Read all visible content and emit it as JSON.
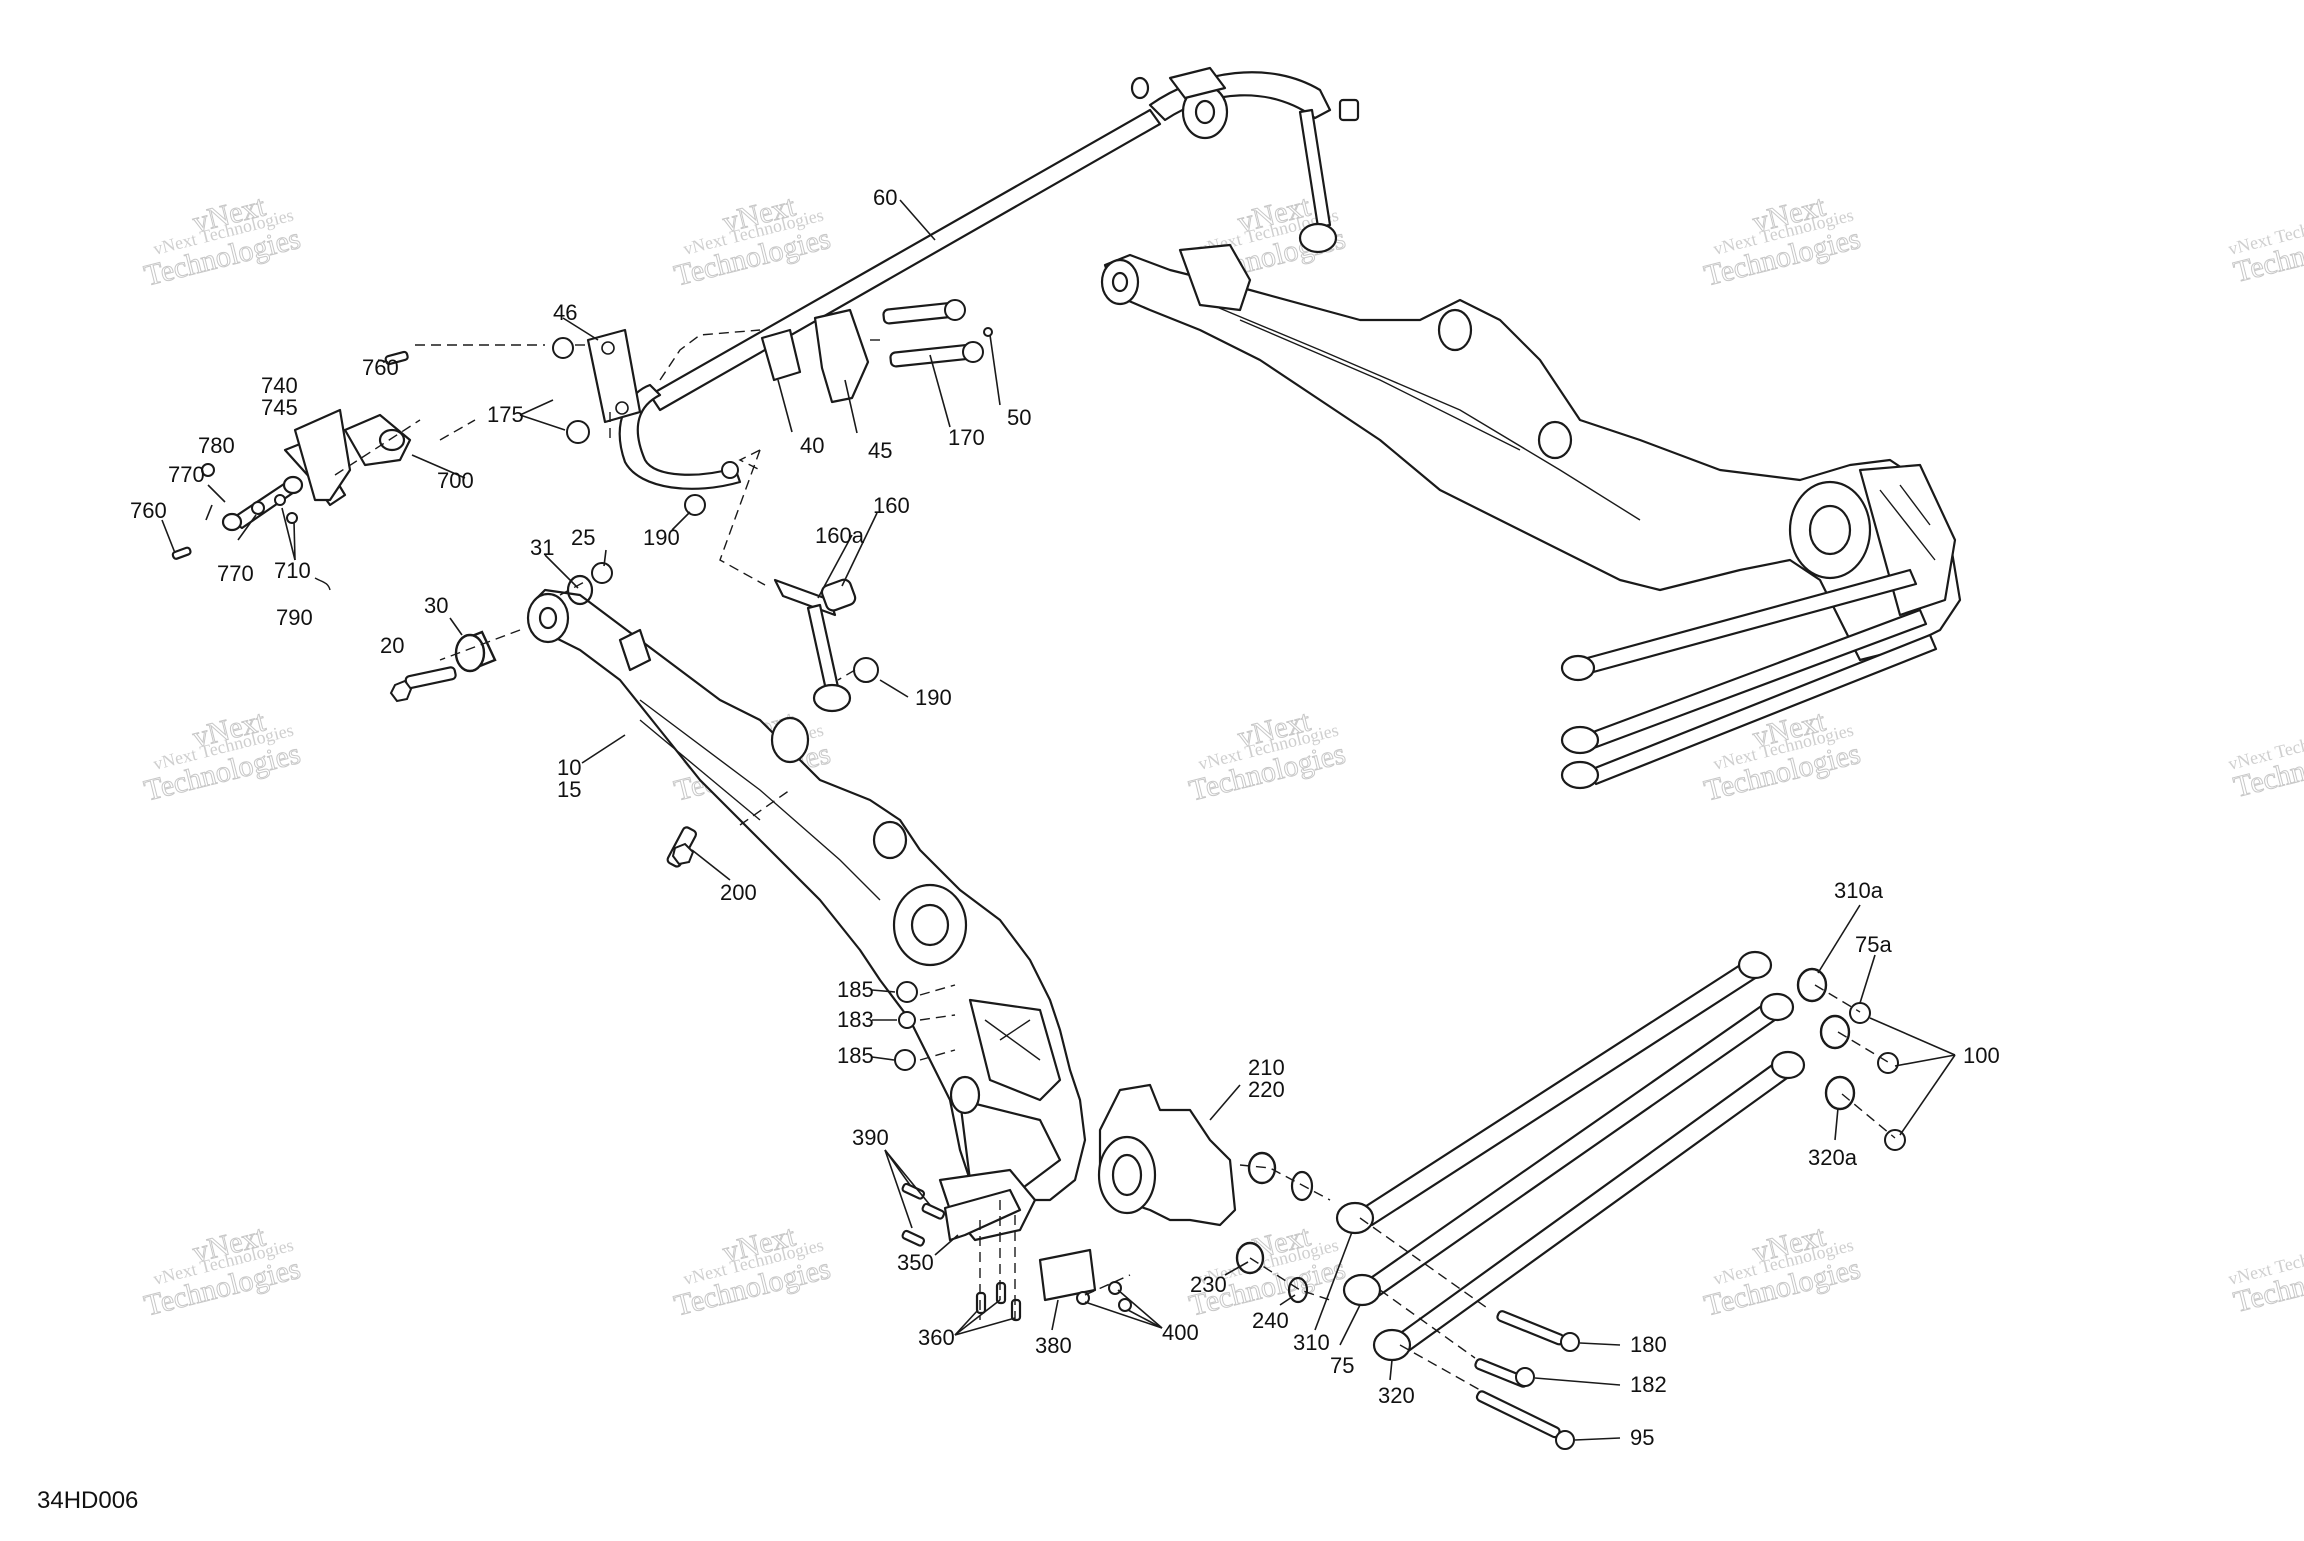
{
  "diagram_code": "34HD006",
  "watermark": {
    "line1": "vNext Technologies",
    "line2": "vNext",
    "line3": "Technologies"
  },
  "callouts": [
    {
      "id": "c60",
      "text": "60"
    },
    {
      "id": "c46",
      "text": "46"
    },
    {
      "id": "c175",
      "text": "175"
    },
    {
      "id": "c40",
      "text": "40"
    },
    {
      "id": "c45",
      "text": "45"
    },
    {
      "id": "c170",
      "text": "170"
    },
    {
      "id": "c50",
      "text": "50"
    },
    {
      "id": "c190a",
      "text": "190"
    },
    {
      "id": "c740",
      "text": "740"
    },
    {
      "id": "c745",
      "text": "745"
    },
    {
      "id": "c760a",
      "text": "760"
    },
    {
      "id": "c780",
      "text": "780"
    },
    {
      "id": "c770a",
      "text": "770"
    },
    {
      "id": "c700",
      "text": "700"
    },
    {
      "id": "c760b",
      "text": "760"
    },
    {
      "id": "c770b",
      "text": "770"
    },
    {
      "id": "c710",
      "text": "710"
    },
    {
      "id": "c790",
      "text": "790"
    },
    {
      "id": "c31",
      "text": "31"
    },
    {
      "id": "c25",
      "text": "25"
    },
    {
      "id": "c30",
      "text": "30"
    },
    {
      "id": "c20",
      "text": "20"
    },
    {
      "id": "c160a",
      "text": "160a"
    },
    {
      "id": "c160",
      "text": "160"
    },
    {
      "id": "c190b",
      "text": "190"
    },
    {
      "id": "c10",
      "text": "10"
    },
    {
      "id": "c15",
      "text": "15"
    },
    {
      "id": "c200",
      "text": "200"
    },
    {
      "id": "c310a",
      "text": "310a"
    },
    {
      "id": "c75a",
      "text": "75a"
    },
    {
      "id": "c100",
      "text": "100"
    },
    {
      "id": "c320a",
      "text": "320a"
    },
    {
      "id": "c185a",
      "text": "185"
    },
    {
      "id": "c183",
      "text": "183"
    },
    {
      "id": "c185b",
      "text": "185"
    },
    {
      "id": "c210",
      "text": "210"
    },
    {
      "id": "c220",
      "text": "220"
    },
    {
      "id": "c390",
      "text": "390"
    },
    {
      "id": "c350",
      "text": "350"
    },
    {
      "id": "c360",
      "text": "360"
    },
    {
      "id": "c380",
      "text": "380"
    },
    {
      "id": "c400",
      "text": "400"
    },
    {
      "id": "c230",
      "text": "230"
    },
    {
      "id": "c240",
      "text": "240"
    },
    {
      "id": "c310",
      "text": "310"
    },
    {
      "id": "c75",
      "text": "75"
    },
    {
      "id": "c320",
      "text": "320"
    },
    {
      "id": "c180",
      "text": "180"
    },
    {
      "id": "c182",
      "text": "182"
    },
    {
      "id": "c95",
      "text": "95"
    }
  ]
}
